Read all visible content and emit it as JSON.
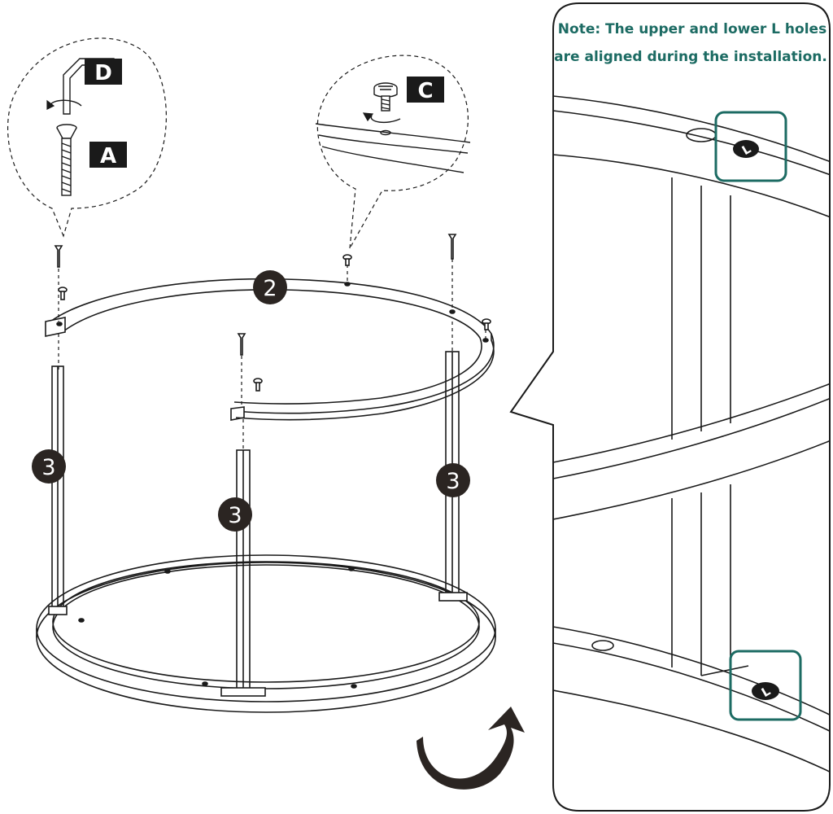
{
  "note": {
    "line1": "Note: The upper and lower L holes",
    "line2": "are aligned during the installation.",
    "color": "#1c6b63"
  },
  "parts": {
    "A": "A",
    "C": "C",
    "D": "D",
    "ring_top": "2",
    "leg_left": "3",
    "leg_center": "3",
    "leg_right": "3"
  },
  "hole_marks": {
    "upper": "L",
    "lower": "L"
  },
  "colors": {
    "line": "#1a1a1a",
    "badge": "#2b2522",
    "highlight": "#1c6b63"
  },
  "icons": [
    "hex-key-icon",
    "bolt-icon",
    "knob-screw-icon",
    "rotate-arrow-icon",
    "flip-arrow-icon"
  ]
}
